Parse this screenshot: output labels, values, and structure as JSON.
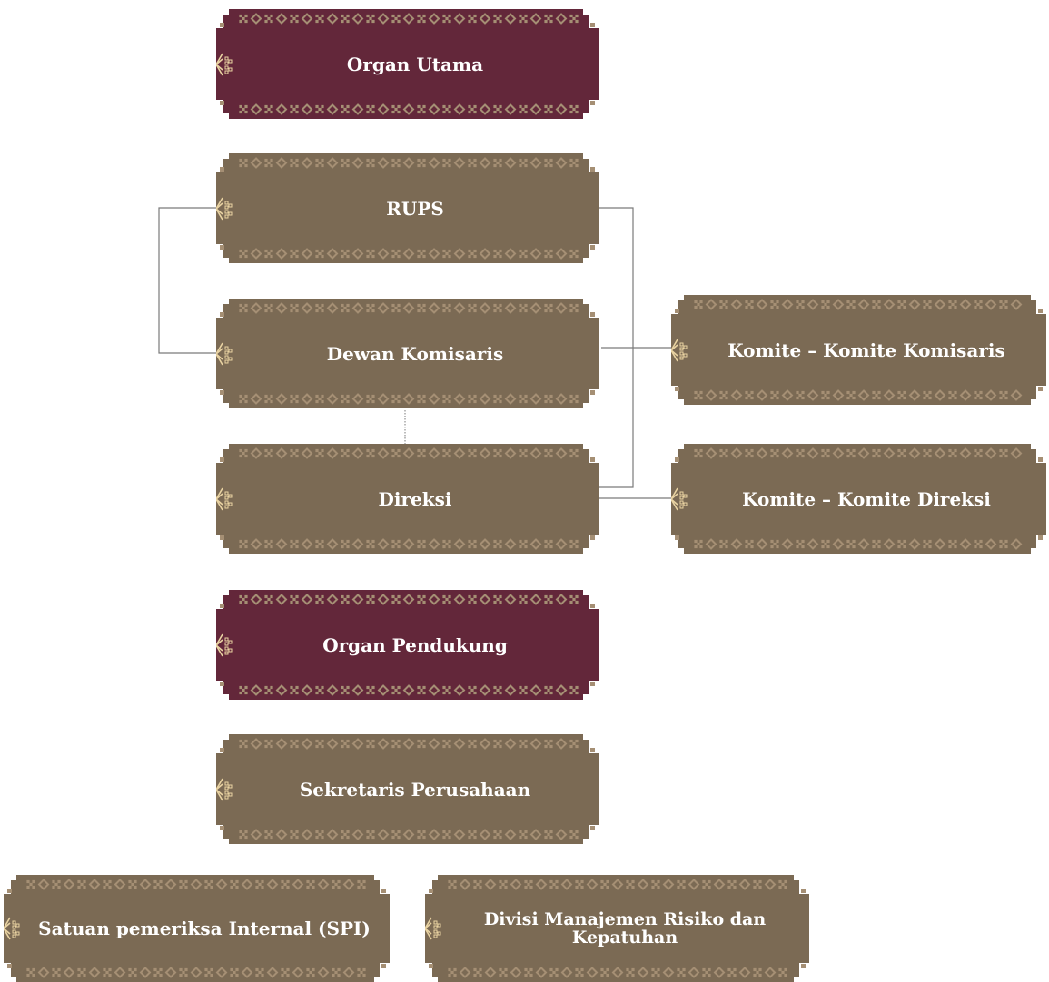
{
  "colors": {
    "primary": "#63273a",
    "secondary": "#7b6a54",
    "pattern": "#a58f74",
    "accent": "#e9d3a2",
    "connector": "#7a7a7a"
  },
  "icons": {
    "box_motif": "woven-pattern-icon"
  },
  "nodes": {
    "organ_utama": {
      "label": "Organ Utama",
      "kind": "primary"
    },
    "rups": {
      "label": "RUPS",
      "kind": "secondary"
    },
    "dewan_komisaris": {
      "label": "Dewan Komisaris",
      "kind": "secondary"
    },
    "komite_komisaris": {
      "label": "Komite – Komite Komisaris",
      "kind": "secondary"
    },
    "direksi": {
      "label": "Direksi",
      "kind": "secondary"
    },
    "komite_direksi": {
      "label": "Komite – Komite Direksi",
      "kind": "secondary"
    },
    "organ_pendukung": {
      "label": "Organ Pendukung",
      "kind": "primary"
    },
    "sekretaris": {
      "label": "Sekretaris Perusahaan",
      "kind": "secondary"
    },
    "spi": {
      "label": "Satuan pemeriksa Internal (SPI)",
      "kind": "secondary"
    },
    "risiko": {
      "label": "Divisi Manajemen Risiko dan Kepatuhan",
      "kind": "secondary"
    }
  }
}
